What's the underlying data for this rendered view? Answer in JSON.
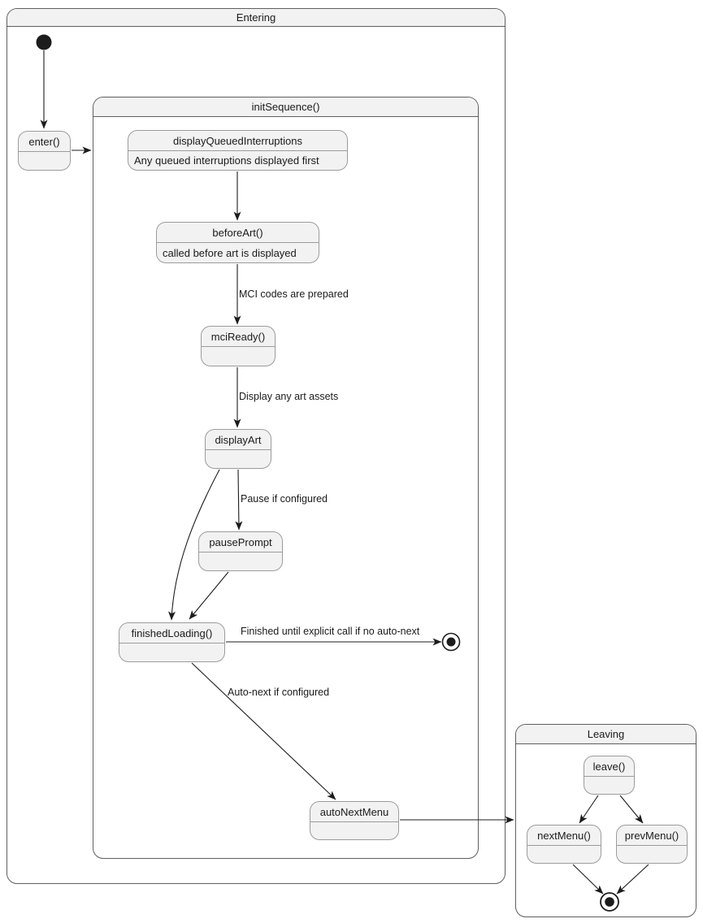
{
  "diagram": {
    "containers": {
      "entering": {
        "title": "Entering"
      },
      "init_sequence": {
        "title": "initSequence()"
      },
      "leaving": {
        "title": "Leaving"
      }
    },
    "states": {
      "enter": {
        "title": "enter()",
        "body": ""
      },
      "display_queued_interruptions": {
        "title": "displayQueuedInterruptions",
        "body": "Any queued interruptions displayed first"
      },
      "before_art": {
        "title": "beforeArt()",
        "body": "called before art is displayed"
      },
      "mci_ready": {
        "title": "mciReady()",
        "body": ""
      },
      "display_art": {
        "title": "displayArt",
        "body": ""
      },
      "pause_prompt": {
        "title": "pausePrompt",
        "body": ""
      },
      "finished_loading": {
        "title": "finishedLoading()",
        "body": ""
      },
      "auto_next_menu": {
        "title": "autoNextMenu",
        "body": ""
      },
      "leave": {
        "title": "leave()",
        "body": ""
      },
      "next_menu": {
        "title": "nextMenu()",
        "body": ""
      },
      "prev_menu": {
        "title": "prevMenu()",
        "body": ""
      }
    },
    "edge_labels": {
      "mci_codes": "MCI codes are prepared",
      "display_art_assets": "Display any art assets",
      "pause_if_configured": "Pause if configured",
      "finished_until": "Finished until explicit call if no auto-next",
      "auto_next_if_configured": "Auto-next if configured"
    },
    "colors": {
      "state_fill": "#f2f2f2",
      "state_border": "#9c9c9c",
      "container_border": "#5f5f5f",
      "arrow": "#1c1c1c",
      "text": "#1a1a1a"
    }
  }
}
